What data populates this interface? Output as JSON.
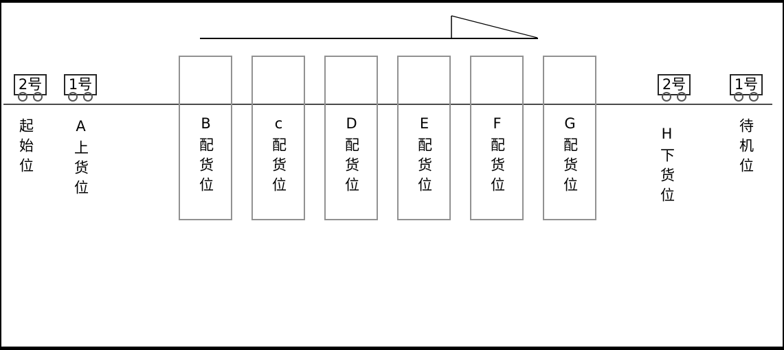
{
  "diagram": {
    "stations": [
      {
        "letter": "",
        "name": "起始位"
      },
      {
        "letter": "A",
        "name": "上货位"
      },
      {
        "letter": "B",
        "name": "配货位"
      },
      {
        "letter": "c",
        "name": "配货位"
      },
      {
        "letter": "D",
        "name": "配货位"
      },
      {
        "letter": "E",
        "name": "配货位"
      },
      {
        "letter": "F",
        "name": "配货位"
      },
      {
        "letter": "G",
        "name": "配货位"
      },
      {
        "letter": "H",
        "name": "下货位"
      },
      {
        "letter": "",
        "name": "待机位"
      }
    ],
    "carts": {
      "left": [
        "2号",
        "1号"
      ],
      "right": [
        "2号",
        "1号"
      ]
    },
    "colors": {
      "frame": "#000000",
      "station_box_border": "#919191",
      "track_line": "#4a4a4a",
      "flag_line": "#000000",
      "text": "#000000"
    }
  }
}
